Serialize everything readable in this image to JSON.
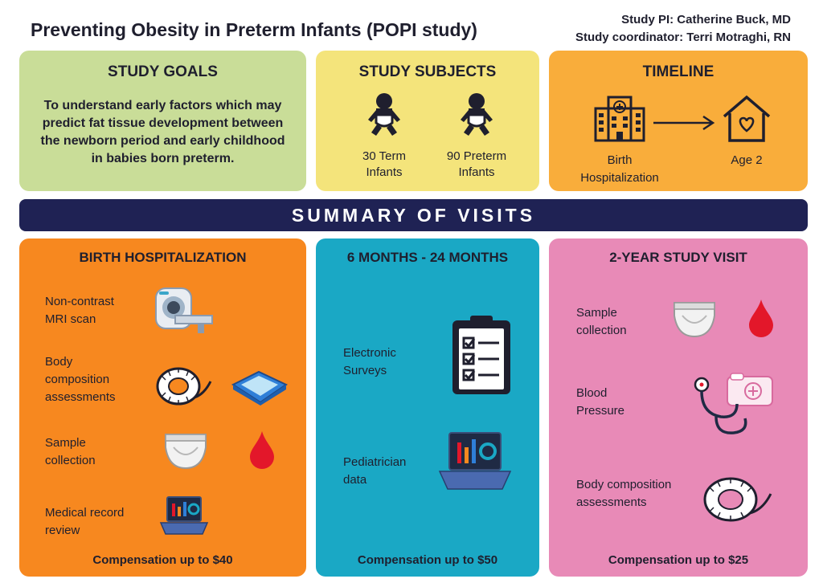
{
  "header": {
    "title": "Preventing Obesity in Preterm Infants (POPI study)",
    "pi_line": "Study PI: Catherine Buck, MD",
    "coordinator_line": "Study coordinator: Terri Motraghi, RN"
  },
  "goals": {
    "heading": "STUDY GOALS",
    "text": "To understand early factors which may predict fat tissue development between the newborn period and early childhood in babies born preterm."
  },
  "subjects": {
    "heading": "STUDY SUBJECTS",
    "term": {
      "line1": "30 Term",
      "line2": "Infants"
    },
    "preterm": {
      "line1": "90 Preterm",
      "line2": "Infants"
    }
  },
  "timeline": {
    "heading": "TIMELINE",
    "start_line1": "Birth",
    "start_line2": "Hospitalization",
    "end": "Age 2"
  },
  "banner": "SUMMARY OF VISITS",
  "birth": {
    "heading": "BIRTH HOSPITALIZATION",
    "mri_l1": "Non-contrast",
    "mri_l2": "MRI scan",
    "body_l1": "Body",
    "body_l2": "composition",
    "body_l3": "assessments",
    "sample_l1": "Sample",
    "sample_l2": "collection",
    "record_l1": "Medical record",
    "record_l2": "review",
    "compensation": "Compensation up to $40"
  },
  "mid": {
    "heading": "6 MONTHS - 24 MONTHS",
    "surveys_l1": "Electronic",
    "surveys_l2": "Surveys",
    "ped_l1": "Pediatrician",
    "ped_l2": "data",
    "compensation": "Compensation up to $50"
  },
  "two_year": {
    "heading": "2-YEAR STUDY VISIT",
    "sample_l1": "Sample",
    "sample_l2": "collection",
    "bp_l1": "Blood",
    "bp_l2": "Pressure",
    "body_l1": "Body composition",
    "body_l2": "assessments",
    "compensation": "Compensation up to $25"
  },
  "icons": {
    "baby": "baby-icon",
    "hospital": "hospital-icon",
    "arrow": "arrow-right-icon",
    "home": "home-heart-icon",
    "mri": "mri-scanner-icon",
    "tape": "measuring-tape-icon",
    "scale": "scale-icon",
    "diaper": "diaper-icon",
    "blood": "blood-drop-icon",
    "laptop": "laptop-chart-icon",
    "clipboard": "clipboard-checklist-icon",
    "bp": "blood-pressure-monitor-icon"
  },
  "colors": {
    "goals": "#c9dd98",
    "subjects": "#f4e47b",
    "timeline": "#f9ad3b",
    "banner": "#1f2254",
    "birth": "#f7881f",
    "mid": "#1aa8c5",
    "two_year": "#e88ab7",
    "blood": "#e3172a",
    "text": "#1f1f2e"
  }
}
